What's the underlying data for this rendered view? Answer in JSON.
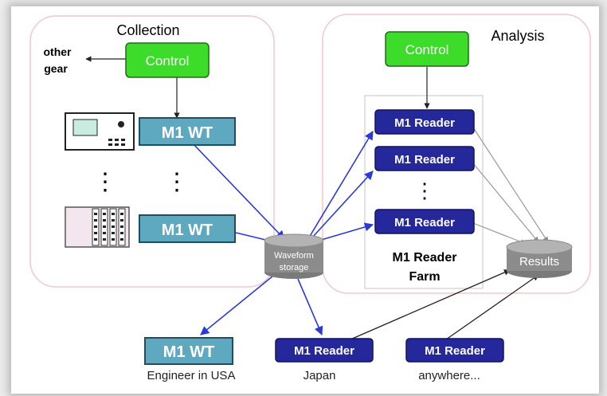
{
  "regions": {
    "collection_title": "Collection",
    "analysis_title": "Analysis"
  },
  "labels": {
    "other_gear_line1": "other",
    "other_gear_line2": "gear",
    "collection_control": "Control",
    "analysis_control": "Control",
    "wt_top": "M1 WT",
    "wt_bottom": "M1 WT",
    "wt_usa": "M1 WT",
    "reader_1": "M1 Reader",
    "reader_2": "M1 Reader",
    "reader_3": "M1 Reader",
    "farm_line1": "M1 Reader",
    "farm_line2": "Farm",
    "storage_line1": "Waveform",
    "storage_line2": "storage",
    "results": "Results",
    "reader_japan": "M1 Reader",
    "reader_anywhere": "M1 Reader",
    "caption_usa": "Engineer in USA",
    "caption_japan": "Japan",
    "caption_anywhere": "anywhere...",
    "ellipsis_left": "⋮",
    "ellipsis_mid": "⋮",
    "ellipsis_farm": "⋮"
  },
  "colors": {
    "control_green": "#3ddc2a",
    "wt_teal": "#5fa9c0",
    "reader_navy": "#25289a",
    "cylinder_gray": "#8c8c8c",
    "blue_arrow": "#2a3ad8",
    "gray_arrow": "#9a9a9a",
    "region_border": "#f0c8cc"
  }
}
